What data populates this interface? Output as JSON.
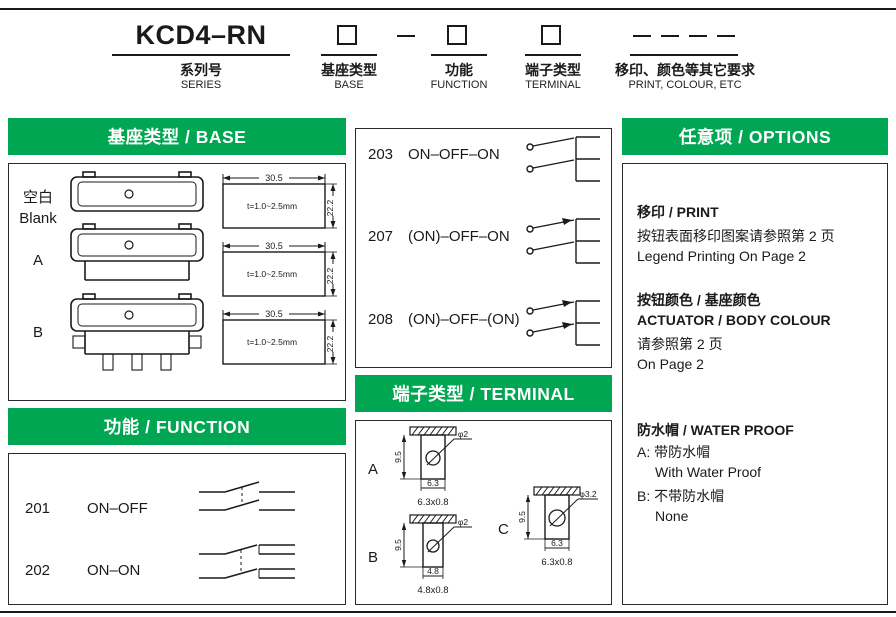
{
  "colors": {
    "green": "#00a651",
    "ink": "#1a1a1a"
  },
  "builder": {
    "series_code": "KCD4–RN",
    "series_cn": "系列号",
    "series_en": "SERIES",
    "base_cn": "基座类型",
    "base_en": "BASE",
    "function_cn": "功能",
    "function_en": "FUNCTION",
    "terminal_cn": "端子类型",
    "terminal_en": "TERMINAL",
    "print_cn": "移印、颜色等其它要求",
    "print_en": "PRINT, COLOUR, ETC"
  },
  "base_section": {
    "header": "基座类型 / BASE",
    "rows": [
      {
        "code_cn": "空白",
        "code_en": "Blank",
        "width_dim": "30.5",
        "thickness": "t=1.0~2.5mm",
        "height_dim": "22.2"
      },
      {
        "code": "A",
        "width_dim": "30.5",
        "thickness": "t=1.0~2.5mm",
        "height_dim": "22.2"
      },
      {
        "code": "B",
        "width_dim": "30.5",
        "thickness": "t=1.0~2.5mm",
        "height_dim": "22.2"
      }
    ]
  },
  "function_section": {
    "header": "功能 / FUNCTION",
    "left_rows": [
      {
        "code": "201",
        "label": "ON–OFF"
      },
      {
        "code": "202",
        "label": "ON–ON"
      }
    ],
    "middle_rows": [
      {
        "code": "203",
        "label": "ON–OFF–ON"
      },
      {
        "code": "207",
        "label": "(ON)–OFF–ON"
      },
      {
        "code": "208",
        "label": "(ON)–OFF–(ON)"
      }
    ]
  },
  "terminal_section": {
    "header": "端子类型 / TERMINAL",
    "terminals": [
      {
        "code": "A",
        "height_dim": "9.5",
        "hole": "φ2",
        "width_dim": "6.3",
        "caption": "6.3x0.8"
      },
      {
        "code": "B",
        "height_dim": "9.5",
        "hole": "φ2",
        "width_dim": "4.8",
        "caption": "4.8x0.8"
      },
      {
        "code": "C",
        "height_dim": "9.5",
        "hole": "φ3.2",
        "width_dim": "6.3",
        "caption": "6.3x0.8"
      }
    ]
  },
  "options_section": {
    "header": "任意项 / OPTIONS",
    "print_title": "移印 / PRINT",
    "print_line1": "按钮表面移印图案请参照第 2 页",
    "print_line2": "Legend Printing On Page 2",
    "colour_title1": "按钮颜色 / 基座颜色",
    "colour_title2": "ACTUATOR / BODY COLOUR",
    "colour_line1": "请参照第 2 页",
    "colour_line2": "On Page 2",
    "wp_title": "防水帽 / WATER PROOF",
    "wp_a": "A: 带防水帽",
    "wp_a_en": "With Water Proof",
    "wp_b": "B: 不带防水帽",
    "wp_b_en": "None"
  }
}
